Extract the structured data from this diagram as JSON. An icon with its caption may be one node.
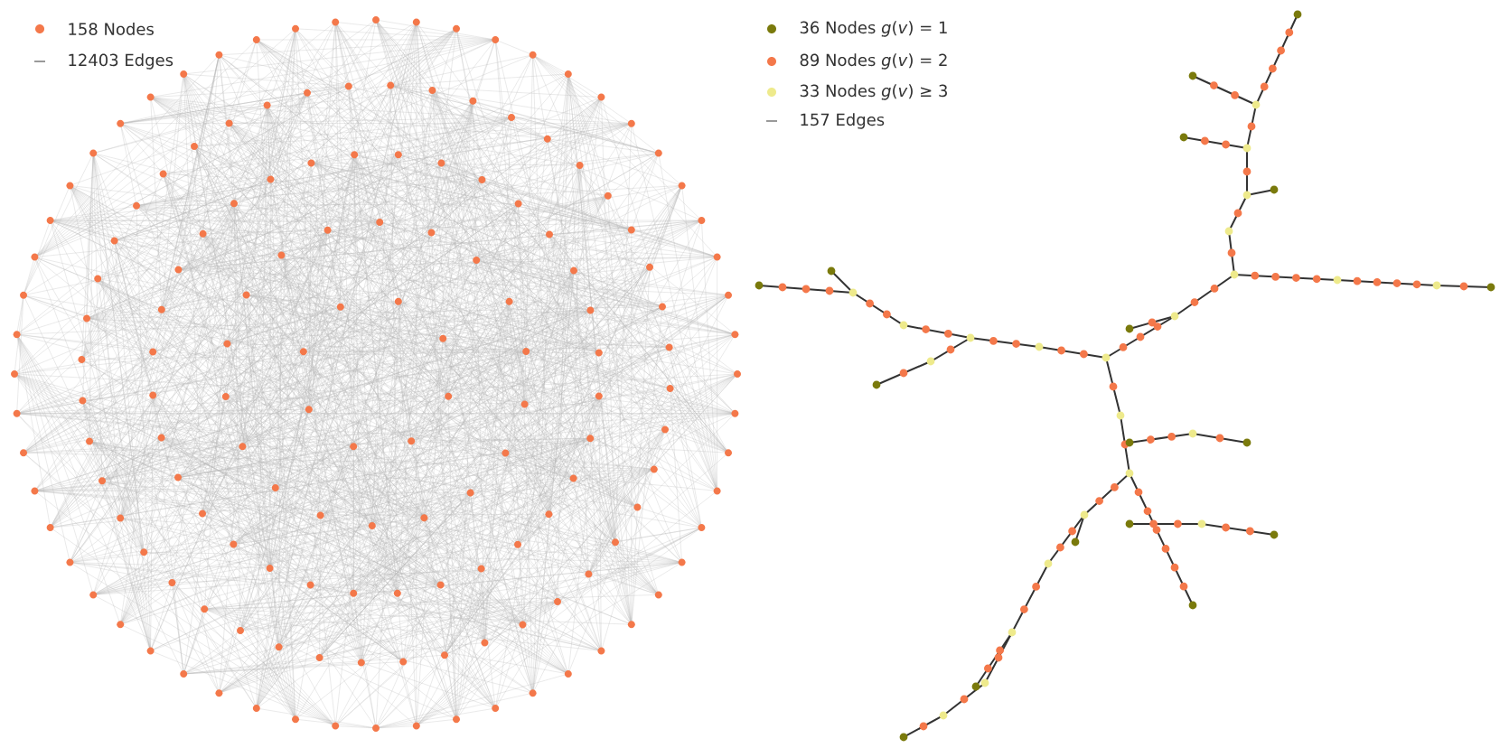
{
  "diagram": {
    "legend": [
      {
        "text": "158 Nodes",
        "color": "#f4784a"
      },
      {
        "text": "12403 Edges"
      },
      {
        "text": "36 Nodes *g*(*v*) = 1",
        "color": "#7a7a0c"
      },
      {
        "text": "89 Nodes *g*(*v*) = 2",
        "color": "#f4784a"
      },
      {
        "text": "33 Nodes *g*(*v*) ≥ 3",
        "color": "#eeea8c"
      },
      {
        "text": "157 Edges"
      }
    ]
  }
}
